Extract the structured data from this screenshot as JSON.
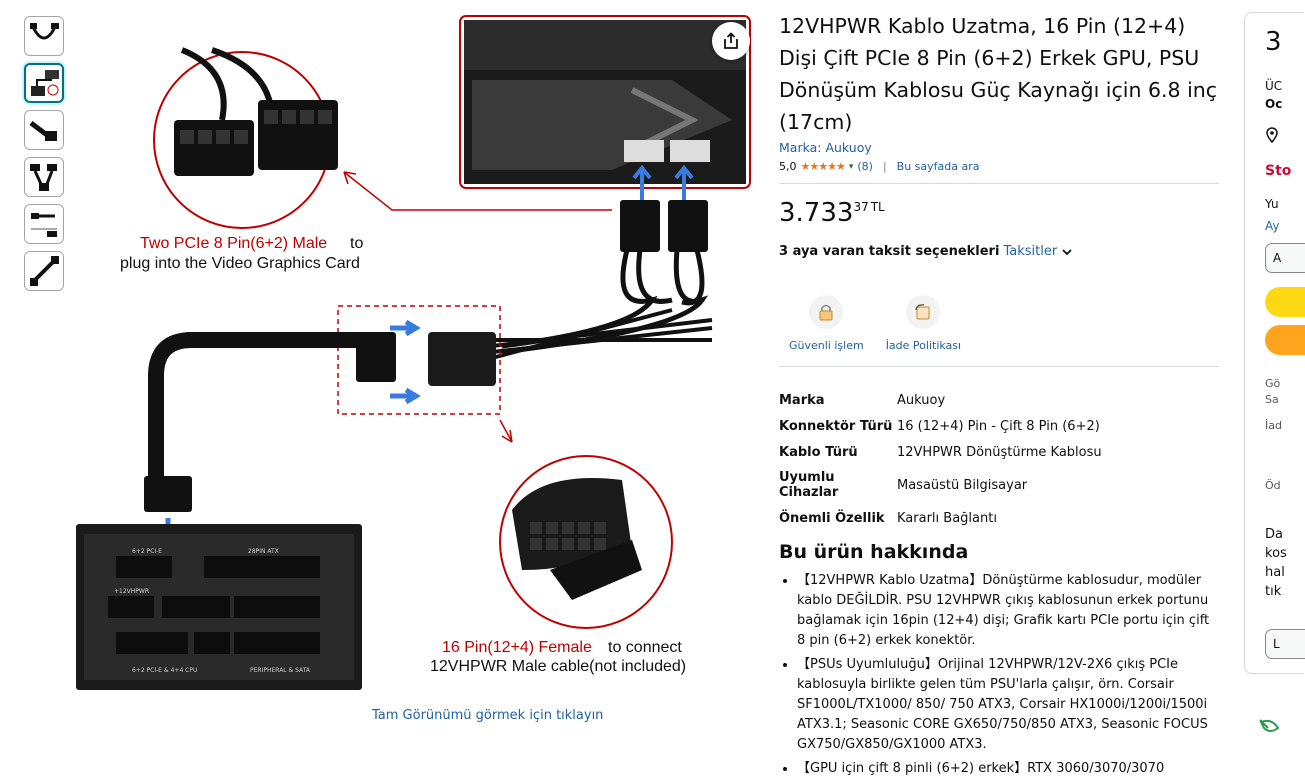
{
  "product": {
    "title": "12VHPWR Kablo Uzatma, 16 Pin (12+4) Dişi Çift PCIe 8 Pin (6+2) Erkek GPU, PSU Dönüşüm Kablosu Güç Kaynağı için 6.8 inç (17cm)",
    "brand_link": "Marka: Aukuoy",
    "rating": "5,0",
    "rating_count": "(8)",
    "search_link": "Bu sayfada ara",
    "price_whole": "3.733",
    "price_fraction": "37",
    "price_currency": "TL",
    "installment_text": "3 aya varan taksit seçenekleri",
    "installment_link": "Taksitler"
  },
  "badges": [
    {
      "label": "Güvenli işlem",
      "icon": "lock-icon"
    },
    {
      "label": "İade Politikası",
      "icon": "return-icon"
    }
  ],
  "specs": [
    {
      "key": "Marka",
      "value": "Aukuoy"
    },
    {
      "key": "Konnektör Türü",
      "value": "16 (12+4) Pin - Çift 8 Pin (6+2)"
    },
    {
      "key": "Kablo Türü",
      "value": "12VHPWR Dönüştürme Kablosu"
    },
    {
      "key": "Uyumlu Cihazlar",
      "value": "Masaüstü Bilgisayar"
    },
    {
      "key": "Önemli Özellik",
      "value": "Kararlı Bağlantı"
    }
  ],
  "about": {
    "heading": "Bu ürün hakkında",
    "bullets": [
      "【12VHPWR Kablo Uzatma】Dönüştürme kablosudur, modüler kablo DEĞİLDİR. PSU 12VHPWR çıkış kablosunun erkek portunu bağlamak için 16pin (12+4) dişi; Grafik kartı PCIe portu için çift 8 pin (6+2) erkek konektör.",
      "【PSUs Uyumluluğu】Orijinal 12VHPWR/12V-2X6 çıkış PCIe kablosuyla birlikte gelen tüm PSU'larla çalışır, örn. Corsair SF1000L/TX1000/ 850/ 750 ATX3, Corsair HX1000i/1200i/1500i ATX3.1; Seasonic CORE GX650/750/850 ATX3, Seasonic FOCUS GX750/GX850/GX1000 ATX3.",
      "【GPU için çift 8 pinli (6+2) erkek】RTX 3060/3070/3070"
    ]
  },
  "image": {
    "full_view_link": "Tam Görünümü görmek için tıklayın",
    "caption_top_red": "Two PCIe 8 Pin(6+2) Male",
    "caption_top_black1": " to",
    "caption_top_black2": "plug into the Video Graphics Card",
    "caption_bottom_red": "16 Pin(12+4) Female",
    "caption_bottom_black1": " to connect",
    "caption_bottom_black2": "12VHPWR Male cable(not included)",
    "psu_labels": [
      "6+2 PCI-E",
      "28PIN ATX",
      "+12VHPWR",
      "6+2 PCI-E & 4+4 CPU",
      "PERIPHERAL & SATA"
    ]
  },
  "buybox_partial": {
    "price": "3",
    "line1": "ÜC",
    "line2": "Oc",
    "stock": "Sto",
    "qty_label": "Yu",
    "qty_link": "Ay",
    "sel": "A",
    "t1": "Gö",
    "t2": "Sa",
    "t3": "İad",
    "t4": "Öd",
    "d1": "Da",
    "d2": "kos",
    "d3": "hal",
    "d4": "tık",
    "l": "L"
  },
  "colors": {
    "link": "#2162a1",
    "star": "#de7921",
    "add_to_cart": "#ffd814",
    "buy_now": "#ffa41c",
    "stock": "#cc0c39",
    "caption_red": "#c00000"
  }
}
